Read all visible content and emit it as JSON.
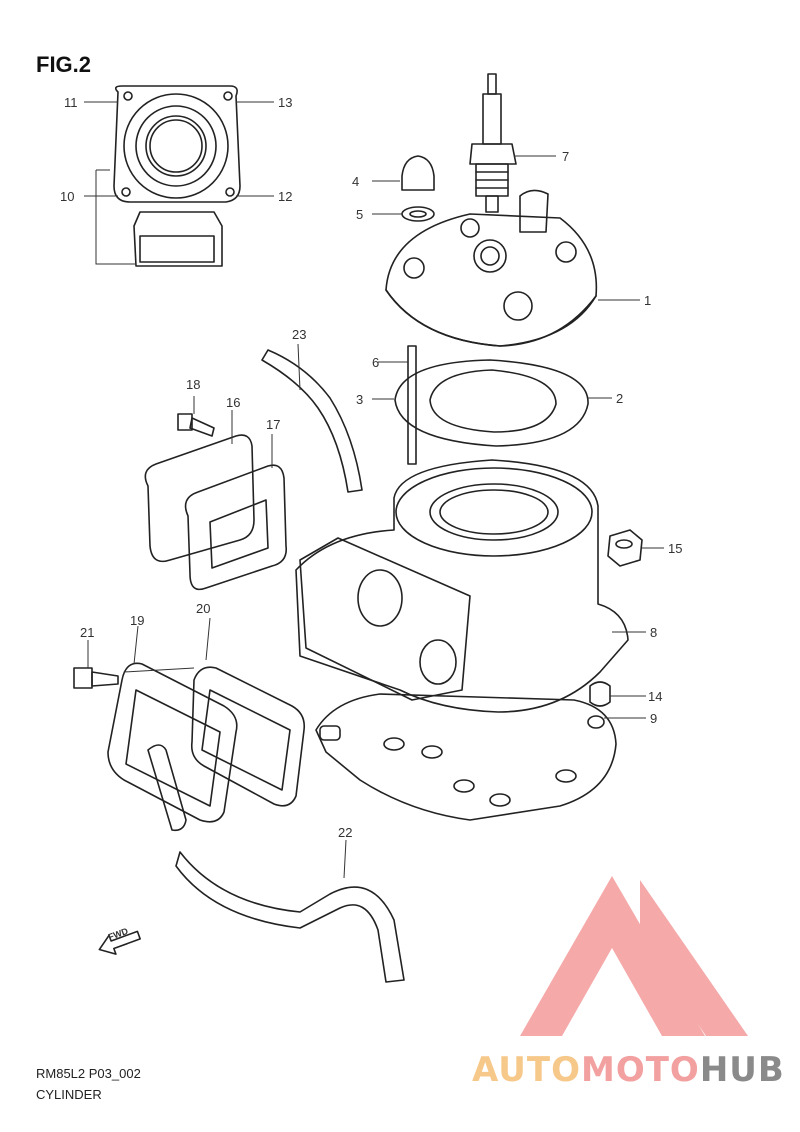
{
  "figure": {
    "title": "FIG.2",
    "code": "RM85L2 P03_002",
    "caption": "CYLINDER"
  },
  "callouts": [
    "1",
    "2",
    "3",
    "4",
    "5",
    "6",
    "7",
    "8",
    "9",
    "10",
    "11",
    "12",
    "13",
    "14",
    "15",
    "16",
    "17",
    "18",
    "19",
    "20",
    "21",
    "22",
    "23"
  ],
  "fwd_label": "FWD",
  "watermark": {
    "part1": "AUTO",
    "part2": "MOTO",
    "part3": "HUB",
    "colors": {
      "part1": "#f6c88a",
      "part2": "#f2a0a0",
      "part3": "#8a8a8a",
      "logo": "#f4a0a0"
    }
  }
}
